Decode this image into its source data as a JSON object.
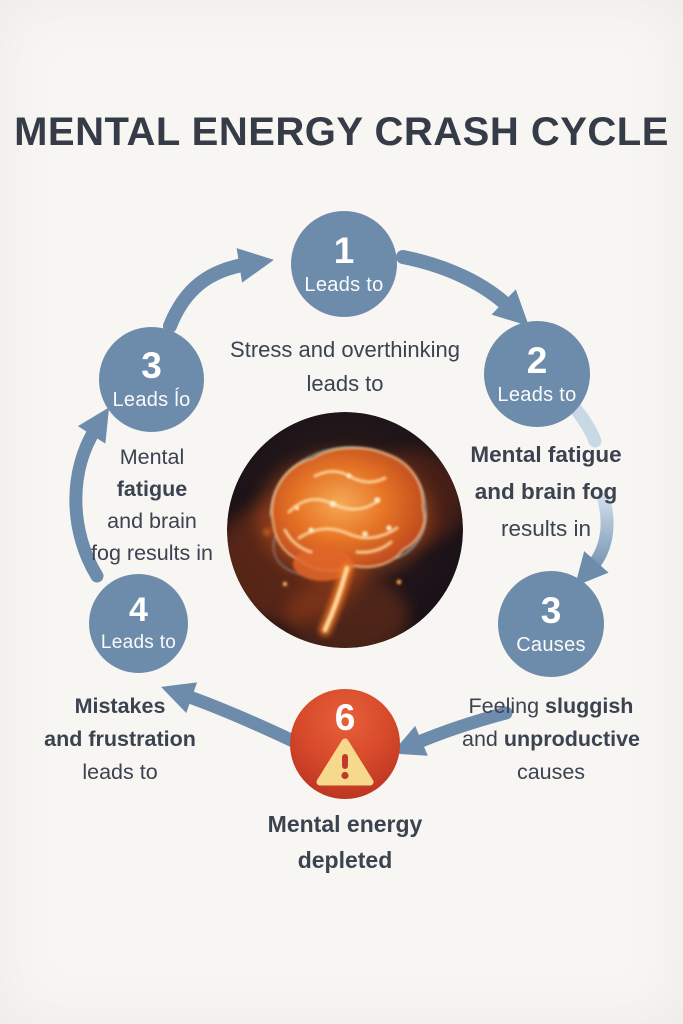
{
  "title": "MENTAL ENERGY CRASH CYCLE",
  "palette": {
    "background": "#f8f6f3",
    "circle_blue": "#6d8cab",
    "circle_red_top": "#e8603a",
    "circle_red_bottom": "#ba3220",
    "arrow_blue": "#6d8cab",
    "arrow_light": "#c9d8e5",
    "text_dark": "#3b4250",
    "title_dark": "#353c47",
    "warning_triangle_fill": "#f7d98c",
    "warning_mark": "#bf3a2a"
  },
  "nodes": {
    "n1": {
      "number": "1",
      "label": "Leads to"
    },
    "n2": {
      "number": "2",
      "label": "Leads to"
    },
    "n3r": {
      "number": "3",
      "label": "Causes"
    },
    "n6": {
      "number": "6",
      "icon": "warning-triangle-icon"
    },
    "n4": {
      "number": "4",
      "label": "Leads to"
    },
    "n3l": {
      "number": "3",
      "label": "Leads ĺo"
    }
  },
  "captions": {
    "stress": {
      "l1": "Stress and overthinking",
      "l2": "leads to"
    },
    "fatigue_right": {
      "l1": "Mental fatigue",
      "l2": "and brain fog",
      "l3": "results in"
    },
    "sluggish": {
      "l1a": "Feeling ",
      "l1b": "sluggish",
      "l2a": "and ",
      "l2b": "unproductive",
      "l3": "causes"
    },
    "depleted": {
      "l1": "Mental energy",
      "l2": "depleted"
    },
    "mistakes": {
      "l1": "Mistakes",
      "l2a": "and ",
      "l2b": "frustration",
      "l3": "leads to"
    },
    "fatigue_left": {
      "l1": "Mental",
      "l2": "fatigue",
      "l3": "and brain",
      "l4": "fog results in"
    }
  }
}
